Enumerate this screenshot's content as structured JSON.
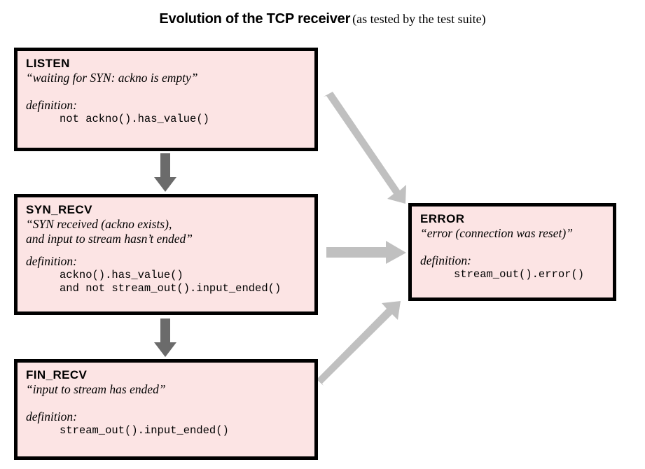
{
  "title": {
    "main": "Evolution of the TCP receiver",
    "sub": "(as tested by the test suite)"
  },
  "labels": {
    "definition": "definition:"
  },
  "colors": {
    "box_fill": "#fce4e4",
    "box_border": "#000000",
    "arrow_dark": "#6b6b6b",
    "arrow_light": "#c0c0c0",
    "text": "#000000",
    "page_background": "#ffffff"
  },
  "states": [
    {
      "id": "listen",
      "name": "LISTEN",
      "quote": "“waiting for SYN: ackno is empty”",
      "definition": "not ackno().has_value()"
    },
    {
      "id": "syn_recv",
      "name": "SYN_RECV",
      "quote": "“SYN received (ackno exists),\n and input to stream hasn’t ended”",
      "definition": "ackno().has_value()\nand not stream_out().input_ended()"
    },
    {
      "id": "fin_recv",
      "name": "FIN_RECV",
      "quote": "“input to stream has ended”",
      "definition": "stream_out().input_ended()"
    },
    {
      "id": "error",
      "name": "ERROR",
      "quote": "“error (connection was reset)”",
      "definition": "stream_out().error()"
    }
  ],
  "transitions": [
    {
      "id": "listen-to-syn_recv",
      "from": "LISTEN",
      "to": "SYN_RECV",
      "style": "vertical-dark"
    },
    {
      "id": "syn_recv-to-fin_recv",
      "from": "SYN_RECV",
      "to": "FIN_RECV",
      "style": "vertical-dark"
    },
    {
      "id": "listen-to-error",
      "from": "LISTEN",
      "to": "ERROR",
      "style": "diagonal-light"
    },
    {
      "id": "syn_recv-to-error",
      "from": "SYN_RECV",
      "to": "ERROR",
      "style": "horizontal-light"
    },
    {
      "id": "fin_recv-to-error",
      "from": "FIN_RECV",
      "to": "ERROR",
      "style": "diagonal-light"
    }
  ]
}
